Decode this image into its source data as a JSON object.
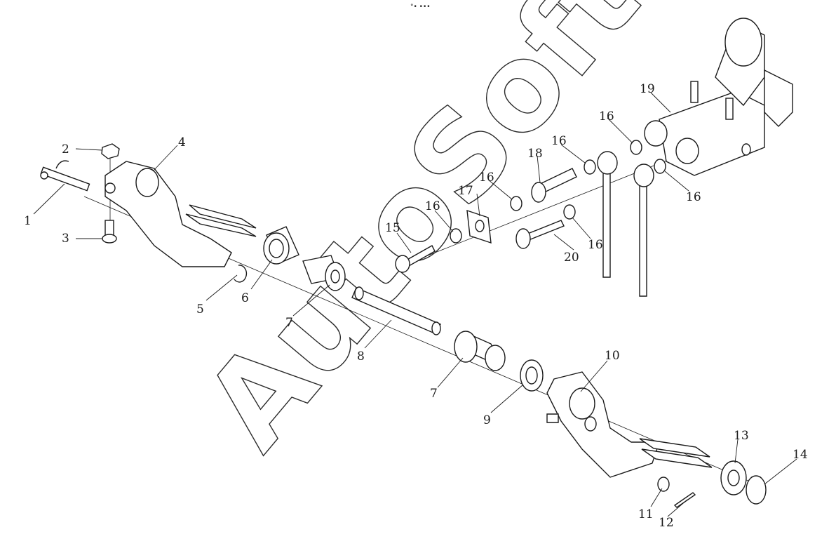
{
  "header_mark": "°• •••",
  "watermark": "AutoSoft",
  "callouts": [
    {
      "id": "1",
      "label": "1"
    },
    {
      "id": "2",
      "label": "2"
    },
    {
      "id": "3",
      "label": "3"
    },
    {
      "id": "4",
      "label": "4"
    },
    {
      "id": "5",
      "label": "5"
    },
    {
      "id": "6",
      "label": "6"
    },
    {
      "id": "7a",
      "label": "7"
    },
    {
      "id": "7b",
      "label": "7"
    },
    {
      "id": "8",
      "label": "8"
    },
    {
      "id": "9",
      "label": "9"
    },
    {
      "id": "10",
      "label": "10"
    },
    {
      "id": "11",
      "label": "11"
    },
    {
      "id": "12",
      "label": "12"
    },
    {
      "id": "13",
      "label": "13"
    },
    {
      "id": "14",
      "label": "14"
    },
    {
      "id": "15",
      "label": "15"
    },
    {
      "id": "16a",
      "label": "16"
    },
    {
      "id": "16b",
      "label": "16"
    },
    {
      "id": "16c",
      "label": "16"
    },
    {
      "id": "16d",
      "label": "16"
    },
    {
      "id": "16e",
      "label": "16"
    },
    {
      "id": "16f",
      "label": "16"
    },
    {
      "id": "17",
      "label": "17"
    },
    {
      "id": "18",
      "label": "18"
    },
    {
      "id": "19",
      "label": "19"
    },
    {
      "id": "20",
      "label": "20"
    }
  ],
  "colors": {
    "ink": "#1a1a1a",
    "background": "#ffffff"
  }
}
